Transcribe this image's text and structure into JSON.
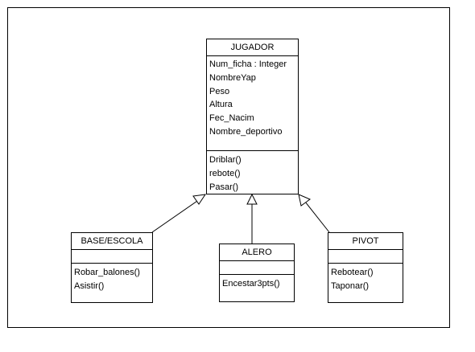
{
  "classes": {
    "jugador": {
      "name": "JUGADOR",
      "attributes": [
        "Num_ficha : Integer",
        "NombreYap",
        "Peso",
        "Altura",
        "Fec_Nacim",
        "Nombre_deportivo"
      ],
      "operations": [
        "Driblar()",
        "rebote()",
        "Pasar()"
      ]
    },
    "base": {
      "name": "BASE/ESCOLA",
      "operations": [
        "Robar_balones()",
        "Asistir()"
      ]
    },
    "alero": {
      "name": "ALERO",
      "operations": [
        "Encestar3pts()"
      ]
    },
    "pivot": {
      "name": "PIVOT",
      "operations": [
        "Rebotear()",
        "Taponar()"
      ]
    }
  },
  "relations": [
    {
      "type": "generalization",
      "from": "BASE/ESCOLA",
      "to": "JUGADOR"
    },
    {
      "type": "generalization",
      "from": "ALERO",
      "to": "JUGADOR"
    },
    {
      "type": "generalization",
      "from": "PIVOT",
      "to": "JUGADOR"
    }
  ],
  "colors": {
    "stroke": "#000000",
    "background": "#ffffff"
  }
}
